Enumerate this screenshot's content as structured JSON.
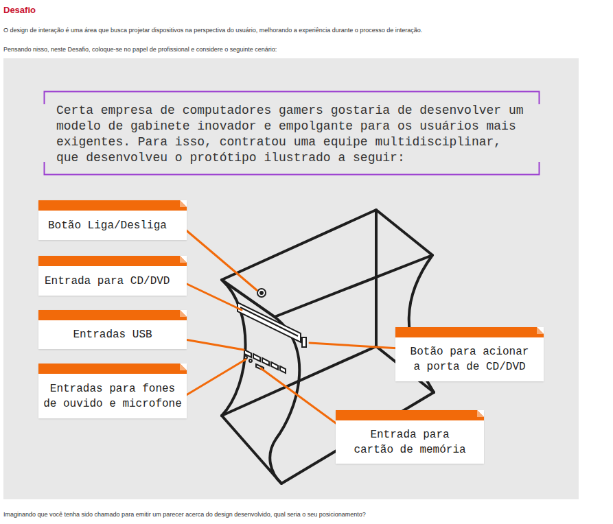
{
  "diagram": {
    "title": "Desafio",
    "nodes": [
      {
        "text": [
          "Certa empresa de computadores gamers gostaria de desenvolver um modelo de gabinete inovador e empolgante para os usuários mais exigentes. Para isso, contratou uma equipe multidisciplinar, que desenvolveu o protótipo ilustrado a seguir:"
        ]
      },
      {
        "text": [
          "Botão Liga/Desliga"
        ]
      },
      {
        "text": [
          "Entrada para CD/DVD"
        ]
      },
      {
        "text": [
          "Entradas USB"
        ]
      },
      {
        "text": [
          "Entradas para fones de ouvido e microfone"
        ]
      },
      {
        "text": [
          "Botão para acionar a porta de CD/DVD"
        ]
      },
      {
        "text": [
          "Entrada para cartão de memória"
        ]
      }
    ],
    "labels": [
      "O design de interação é uma área que busca projetar dispositivos na perspectiva do usuário, melhorando a experiência durante o processo de interação.",
      "Pensando nisso, neste Desafio, coloque-se no papel de profissional e considere o seguinte cenário:",
      "Imaginando que você tenha sido chamado para emitir um parecer acerca do design desenvolvido, qual seria o seu posicionamento?"
    ]
  }
}
